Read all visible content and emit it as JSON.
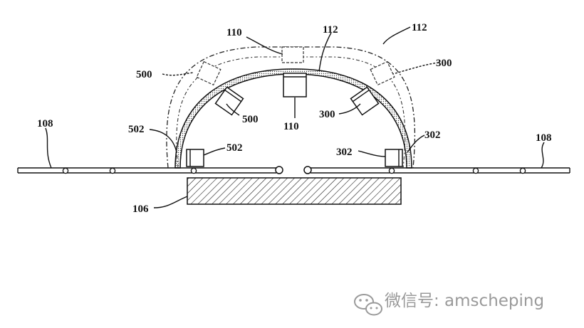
{
  "labels": {
    "l110_top": "110",
    "l112_mid": "112",
    "l112_right": "112",
    "l300_top": "300",
    "l500_left": "500",
    "l500_inner": "500",
    "l110_bottom": "110",
    "l300_inner": "300",
    "l108_left": "108",
    "l502_left": "502",
    "l502_inner": "502",
    "l302_right": "302",
    "l302_inner": "302",
    "l108_right": "108",
    "l106": "106"
  },
  "watermark": {
    "text": "微信号: amscheping",
    "icon": "wechat-icon"
  }
}
